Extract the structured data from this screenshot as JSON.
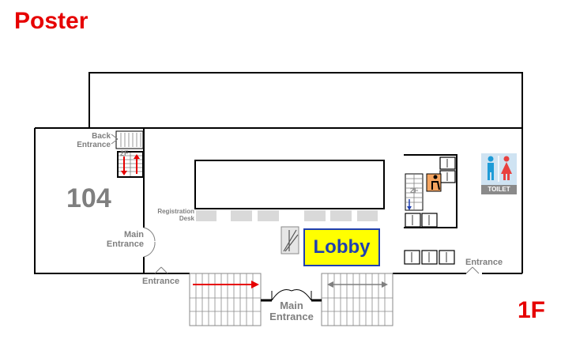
{
  "title": "Poster",
  "floor": "1F",
  "room": "104",
  "labels": {
    "back_entrance_1": "Back",
    "back_entrance_2": "Entrance",
    "main_entrance_side_1": "Main",
    "main_entrance_side_2": "Entrance",
    "entrance_left": "Entrance",
    "entrance_right": "Entrance",
    "main_entrance_bottom_1": "Main",
    "main_entrance_bottom_2": "Entrance",
    "registration_1": "Registration",
    "registration_2": "Desk",
    "lobby": "Lobby",
    "toilet": "TOILET",
    "stair_floor_left": "2F",
    "stair_floor_right": "2F"
  },
  "colors": {
    "accent_red": "#e60000",
    "lobby_fill": "#ffff00",
    "lobby_text": "#1f3fb0",
    "wall": "#000000",
    "label_gray": "#7f7f7f",
    "desk_gray": "#d9d9d9",
    "toilet_bg": "#cfe3f2",
    "toilet_male": "#1e9bd7",
    "toilet_female": "#e8413f"
  },
  "icons": [
    "stairs-icon",
    "elevator-icon",
    "escalator-icon",
    "toilet-icon",
    "lift-access-icon",
    "direction-arrow-icon",
    "door-icon"
  ]
}
